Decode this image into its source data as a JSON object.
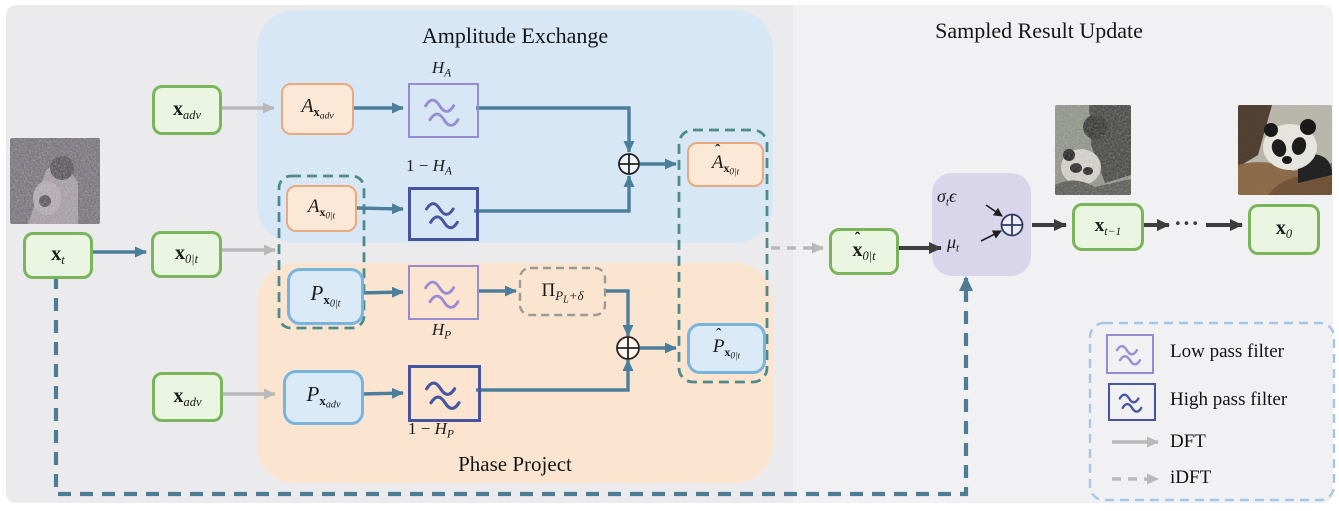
{
  "titles": {
    "amplitude": "Amplitude Exchange",
    "phase": "Phase Project",
    "sampled": "Sampled Result Update"
  },
  "nodes": {
    "x_adv_top": {
      "main": "x",
      "sub": "adv"
    },
    "x_t": {
      "main": "x",
      "sub": "t"
    },
    "x_0t": {
      "main": "x",
      "sub": "0|t"
    },
    "x_adv_bot": {
      "main": "x",
      "sub": "adv"
    },
    "a_xadv": {
      "main": "A",
      "sub": "x",
      "sub2": "adv"
    },
    "a_x0t": {
      "main": "A",
      "sub": "x",
      "sub2": "0|t"
    },
    "a_hat": {
      "hat": "ˆ",
      "main": "A",
      "sub": "x",
      "sub2": "0|t"
    },
    "p_x0t": {
      "main": "P",
      "sub": "x",
      "sub2": "0|t"
    },
    "p_xadv": {
      "main": "P",
      "sub": "x",
      "sub2": "adv"
    },
    "p_hat": {
      "hat": "ˆ",
      "main": "P",
      "sub": "x",
      "sub2": "0|t"
    },
    "x_hat": {
      "hat": "ˆ",
      "main": "x",
      "sub": "0|t"
    },
    "x_tm1": {
      "main": "x",
      "sub": "t−1"
    },
    "x_0": {
      "main": "x",
      "sub": "0"
    }
  },
  "filters": {
    "h_a": {
      "main": "H",
      "sub": "A"
    },
    "one_minus_h_a": {
      "pre": "1 − ",
      "main": "H",
      "sub": "A"
    },
    "h_p": {
      "main": "H",
      "sub": "P"
    },
    "one_minus_h_p": {
      "pre": "1 − ",
      "main": "H",
      "sub": "P"
    }
  },
  "project": {
    "main": "Π",
    "sub": "P",
    "sub2": "L",
    "rest": "+δ"
  },
  "update": {
    "sigma": "σ",
    "sigma_sub": "t",
    "epsilon": "ϵ",
    "mu": "μ",
    "mu_sub": "t"
  },
  "ellipsis": "···",
  "legend": {
    "low": "Low pass filter",
    "high": "High pass filter",
    "dft": "DFT",
    "idft": "iDFT"
  },
  "images": {
    "x_t": "heavy-noise-panda-photo",
    "x_t_minus_1": "partially-denoised-panda-photo",
    "x_0": "clean-panda-photo"
  },
  "colors": {
    "amplitude_panel": "#d8e7f5",
    "phase_panel": "#fbe5d0",
    "update_panel": "#d9d6ec",
    "green_node_border": "#7ab55c",
    "orange_node_border": "#e9aa81",
    "blue_node_border": "#79b4dd",
    "low_pass": "#988cd0",
    "high_pass": "#46549f",
    "teal_arrow": "#4b7e9b",
    "gray_arrow": "#b9b9b9",
    "dark_arrow": "#3d3d3d",
    "legend_border": "#a6c6e7"
  }
}
